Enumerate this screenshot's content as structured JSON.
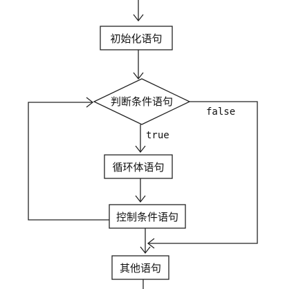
{
  "nodes": {
    "init": "初始化语句",
    "condition": "判断条件语句",
    "body": "循环体语句",
    "control": "控制条件语句",
    "other": "其他语句"
  },
  "edges": {
    "true_label": "true",
    "false_label": "false"
  }
}
